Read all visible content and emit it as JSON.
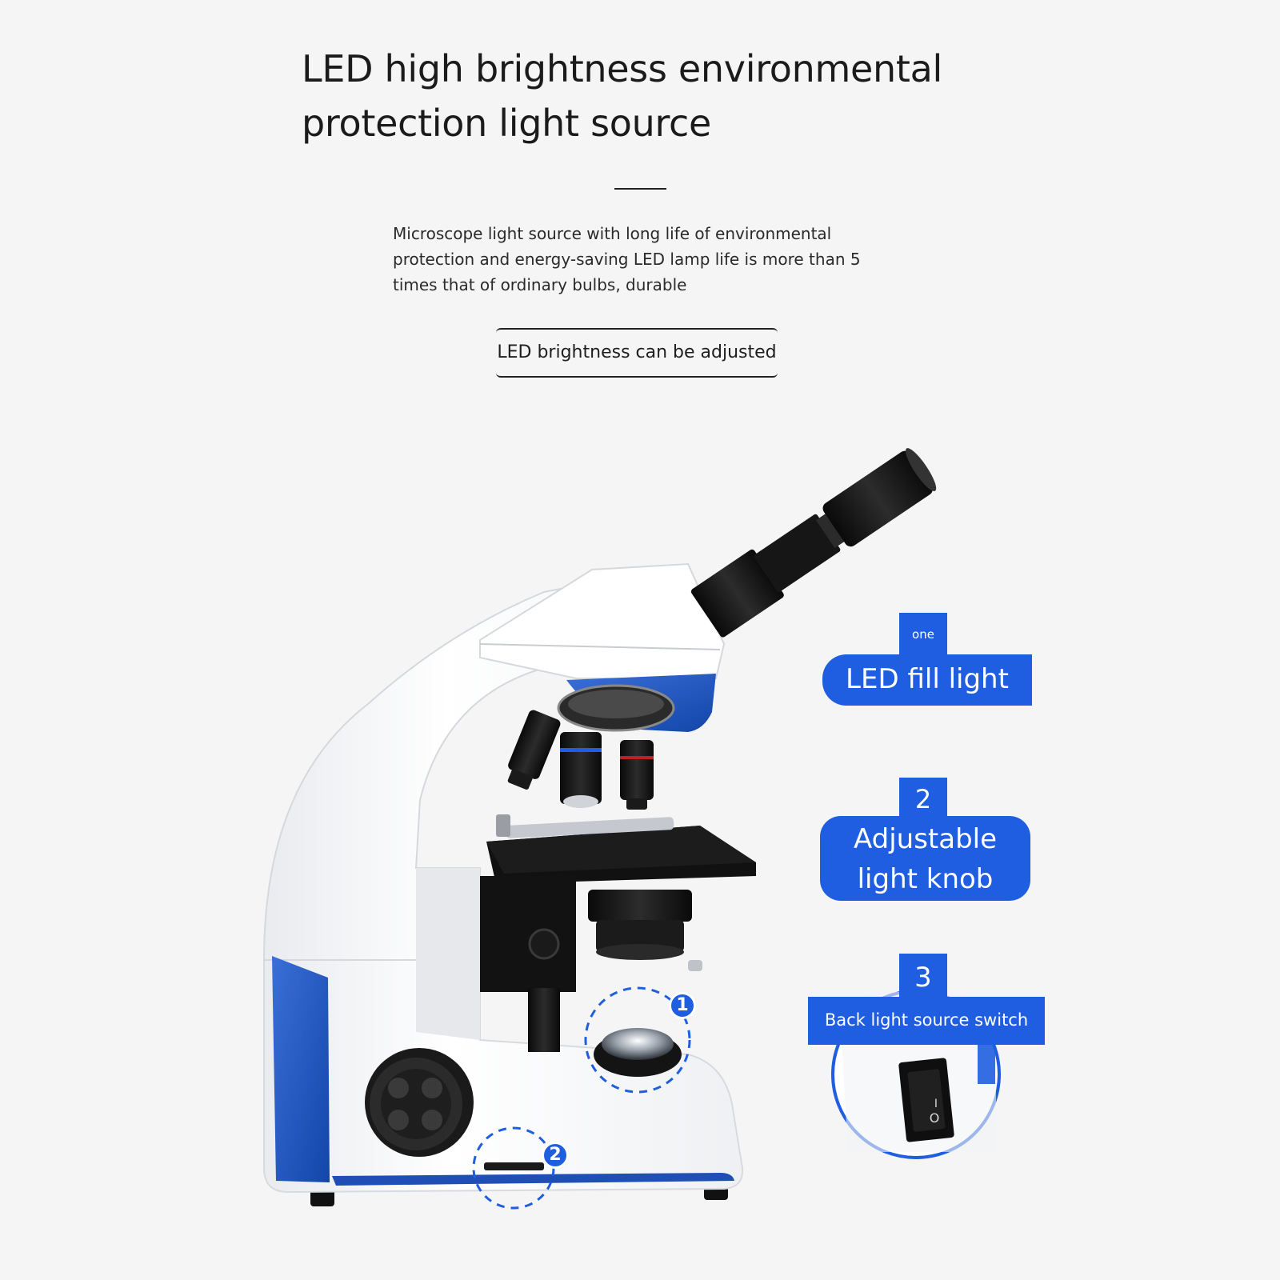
{
  "header": {
    "title_line1": "LED high brightness environmental",
    "title_line2": "protection light source"
  },
  "description": {
    "line1": "Microscope light source with long life of environmental",
    "line2": "protection and energy-saving LED lamp life is more than 5",
    "line3": "times that of ordinary bulbs, durable"
  },
  "highlight": "LED brightness can be adjusted",
  "features": [
    {
      "number": "one",
      "label": "LED fill light"
    },
    {
      "number": "2",
      "label_line1": "Adjustable",
      "label_line2": "light knob"
    },
    {
      "number": "3",
      "label": "Back light source switch"
    }
  ],
  "markers": [
    "1",
    "2"
  ],
  "switch_symbols": {
    "on": "I",
    "off": "O"
  },
  "colors": {
    "accent": "#1f5ee0",
    "background": "#f5f5f5",
    "body": "#ffffff",
    "dark": "#151515"
  }
}
